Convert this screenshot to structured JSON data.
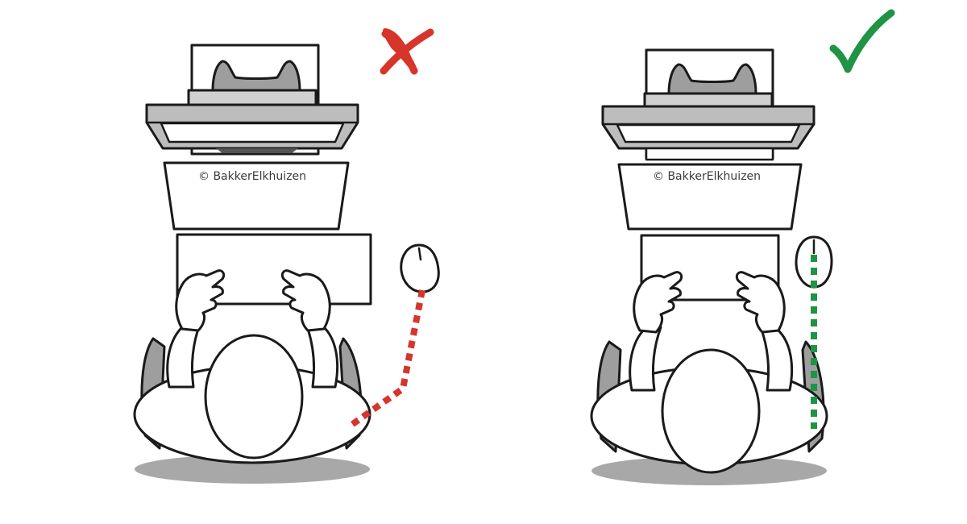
{
  "colors": {
    "wrong": "#d7342a",
    "right": "#1e9444",
    "outline": "#1a1a1a",
    "gray_light": "#bdbdbd",
    "gray_mid": "#9e9e9e",
    "gray_dark": "#8a8a8a",
    "floor_shadow": "#a8a8a8",
    "background": "#ffffff"
  },
  "icons": {
    "wrong": "cross-mark-icon",
    "right": "check-mark-icon"
  },
  "panels": [
    {
      "id": "incorrect",
      "verdict": "wrong",
      "watermark": "© BakkerElkhuizen",
      "mouse_path": "bent-reach"
    },
    {
      "id": "correct",
      "verdict": "right",
      "watermark": "© BakkerElkhuizen",
      "mouse_path": "straight-in-line"
    }
  ]
}
